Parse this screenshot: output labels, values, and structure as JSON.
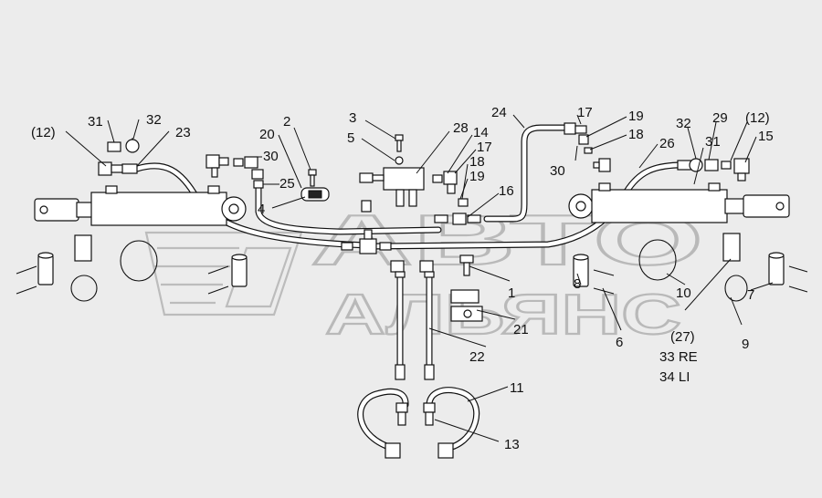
{
  "watermark": {
    "line1": "АВТО",
    "line2": "АЛЬЯНС"
  },
  "callouts": [
    {
      "id": "c-12a",
      "text": "(12)"
    },
    {
      "id": "c-31a",
      "text": "31"
    },
    {
      "id": "c-32a",
      "text": "32"
    },
    {
      "id": "c-23",
      "text": "23"
    },
    {
      "id": "c-2",
      "text": "2"
    },
    {
      "id": "c-20",
      "text": "20"
    },
    {
      "id": "c-30a",
      "text": "30"
    },
    {
      "id": "c-25",
      "text": "25"
    },
    {
      "id": "c-4",
      "text": "4"
    },
    {
      "id": "c-3",
      "text": "3"
    },
    {
      "id": "c-5",
      "text": "5"
    },
    {
      "id": "c-28",
      "text": "28"
    },
    {
      "id": "c-14",
      "text": "14"
    },
    {
      "id": "c-17a",
      "text": "17"
    },
    {
      "id": "c-18a",
      "text": "18"
    },
    {
      "id": "c-19a",
      "text": "19"
    },
    {
      "id": "c-16",
      "text": "16"
    },
    {
      "id": "c-24",
      "text": "24"
    },
    {
      "id": "c-17b",
      "text": "17"
    },
    {
      "id": "c-19b",
      "text": "19"
    },
    {
      "id": "c-18b",
      "text": "18"
    },
    {
      "id": "c-30b",
      "text": "30"
    },
    {
      "id": "c-26",
      "text": "26"
    },
    {
      "id": "c-32b",
      "text": "32"
    },
    {
      "id": "c-29",
      "text": "29"
    },
    {
      "id": "c-12b",
      "text": "(12)"
    },
    {
      "id": "c-31b",
      "text": "31"
    },
    {
      "id": "c-15",
      "text": "15"
    },
    {
      "id": "c-1",
      "text": "1"
    },
    {
      "id": "c-21",
      "text": "21"
    },
    {
      "id": "c-22",
      "text": "22"
    },
    {
      "id": "c-8",
      "text": "8"
    },
    {
      "id": "c-6",
      "text": "6"
    },
    {
      "id": "c-10",
      "text": "10"
    },
    {
      "id": "c-7",
      "text": "7"
    },
    {
      "id": "c-27",
      "text": "(27)"
    },
    {
      "id": "c-33",
      "text": "33 RE"
    },
    {
      "id": "c-34",
      "text": "34 LI"
    },
    {
      "id": "c-9",
      "text": "9"
    },
    {
      "id": "c-11",
      "text": "11"
    },
    {
      "id": "c-13",
      "text": "13"
    }
  ]
}
